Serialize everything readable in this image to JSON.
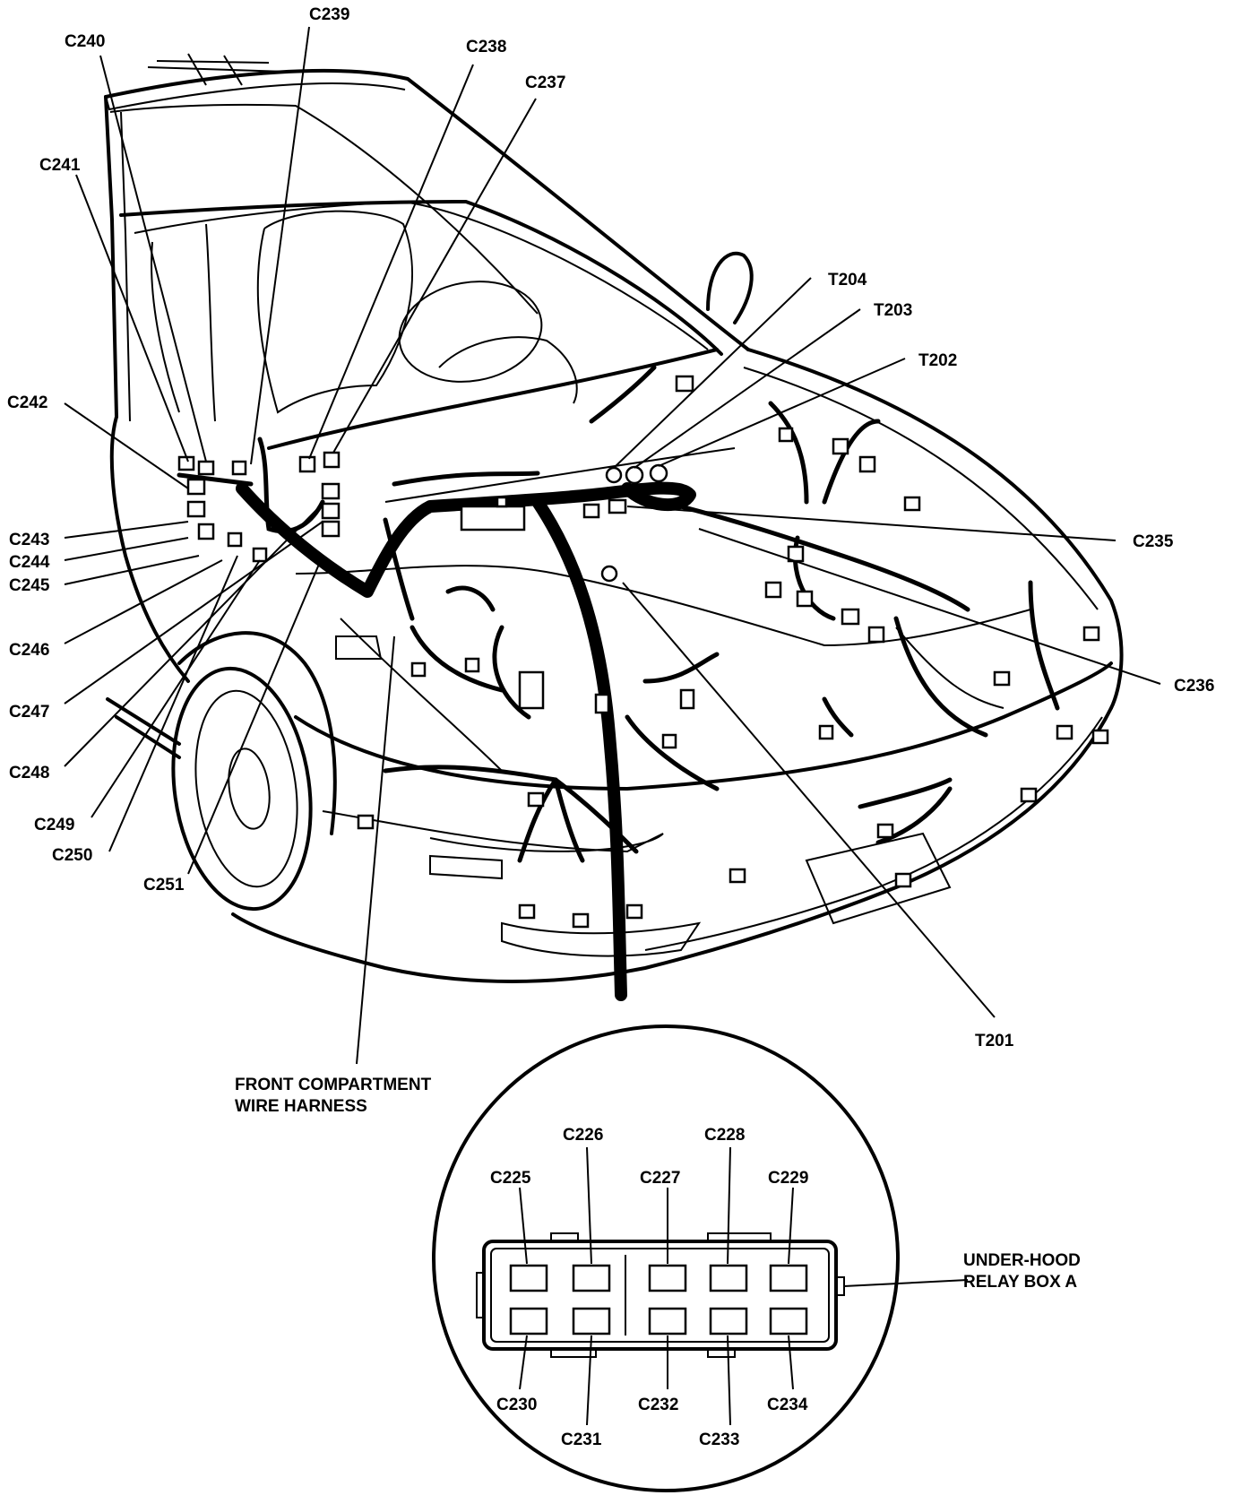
{
  "diagram": {
    "labels": {
      "c239": "C239",
      "c240": "C240",
      "c238": "C238",
      "c237": "C237",
      "c241": "C241",
      "t204": "T204",
      "t203": "T203",
      "t202": "T202",
      "c242": "C242",
      "c243": "C243",
      "c244": "C244",
      "c245": "C245",
      "c235": "C235",
      "c246": "C246",
      "c236": "C236",
      "c247": "C247",
      "c248": "C248",
      "c249": "C249",
      "c250": "C250",
      "c251": "C251",
      "t201": "T201",
      "harness_line1": "FRONT COMPARTMENT",
      "harness_line2": "WIRE HARNESS",
      "c225": "C225",
      "c226": "C226",
      "c227": "C227",
      "c228": "C228",
      "c229": "C229",
      "relay_line1": "UNDER-HOOD",
      "relay_line2": "RELAY BOX A",
      "c230": "C230",
      "c231": "C231",
      "c232": "C232",
      "c233": "C233",
      "c234": "C234"
    }
  }
}
